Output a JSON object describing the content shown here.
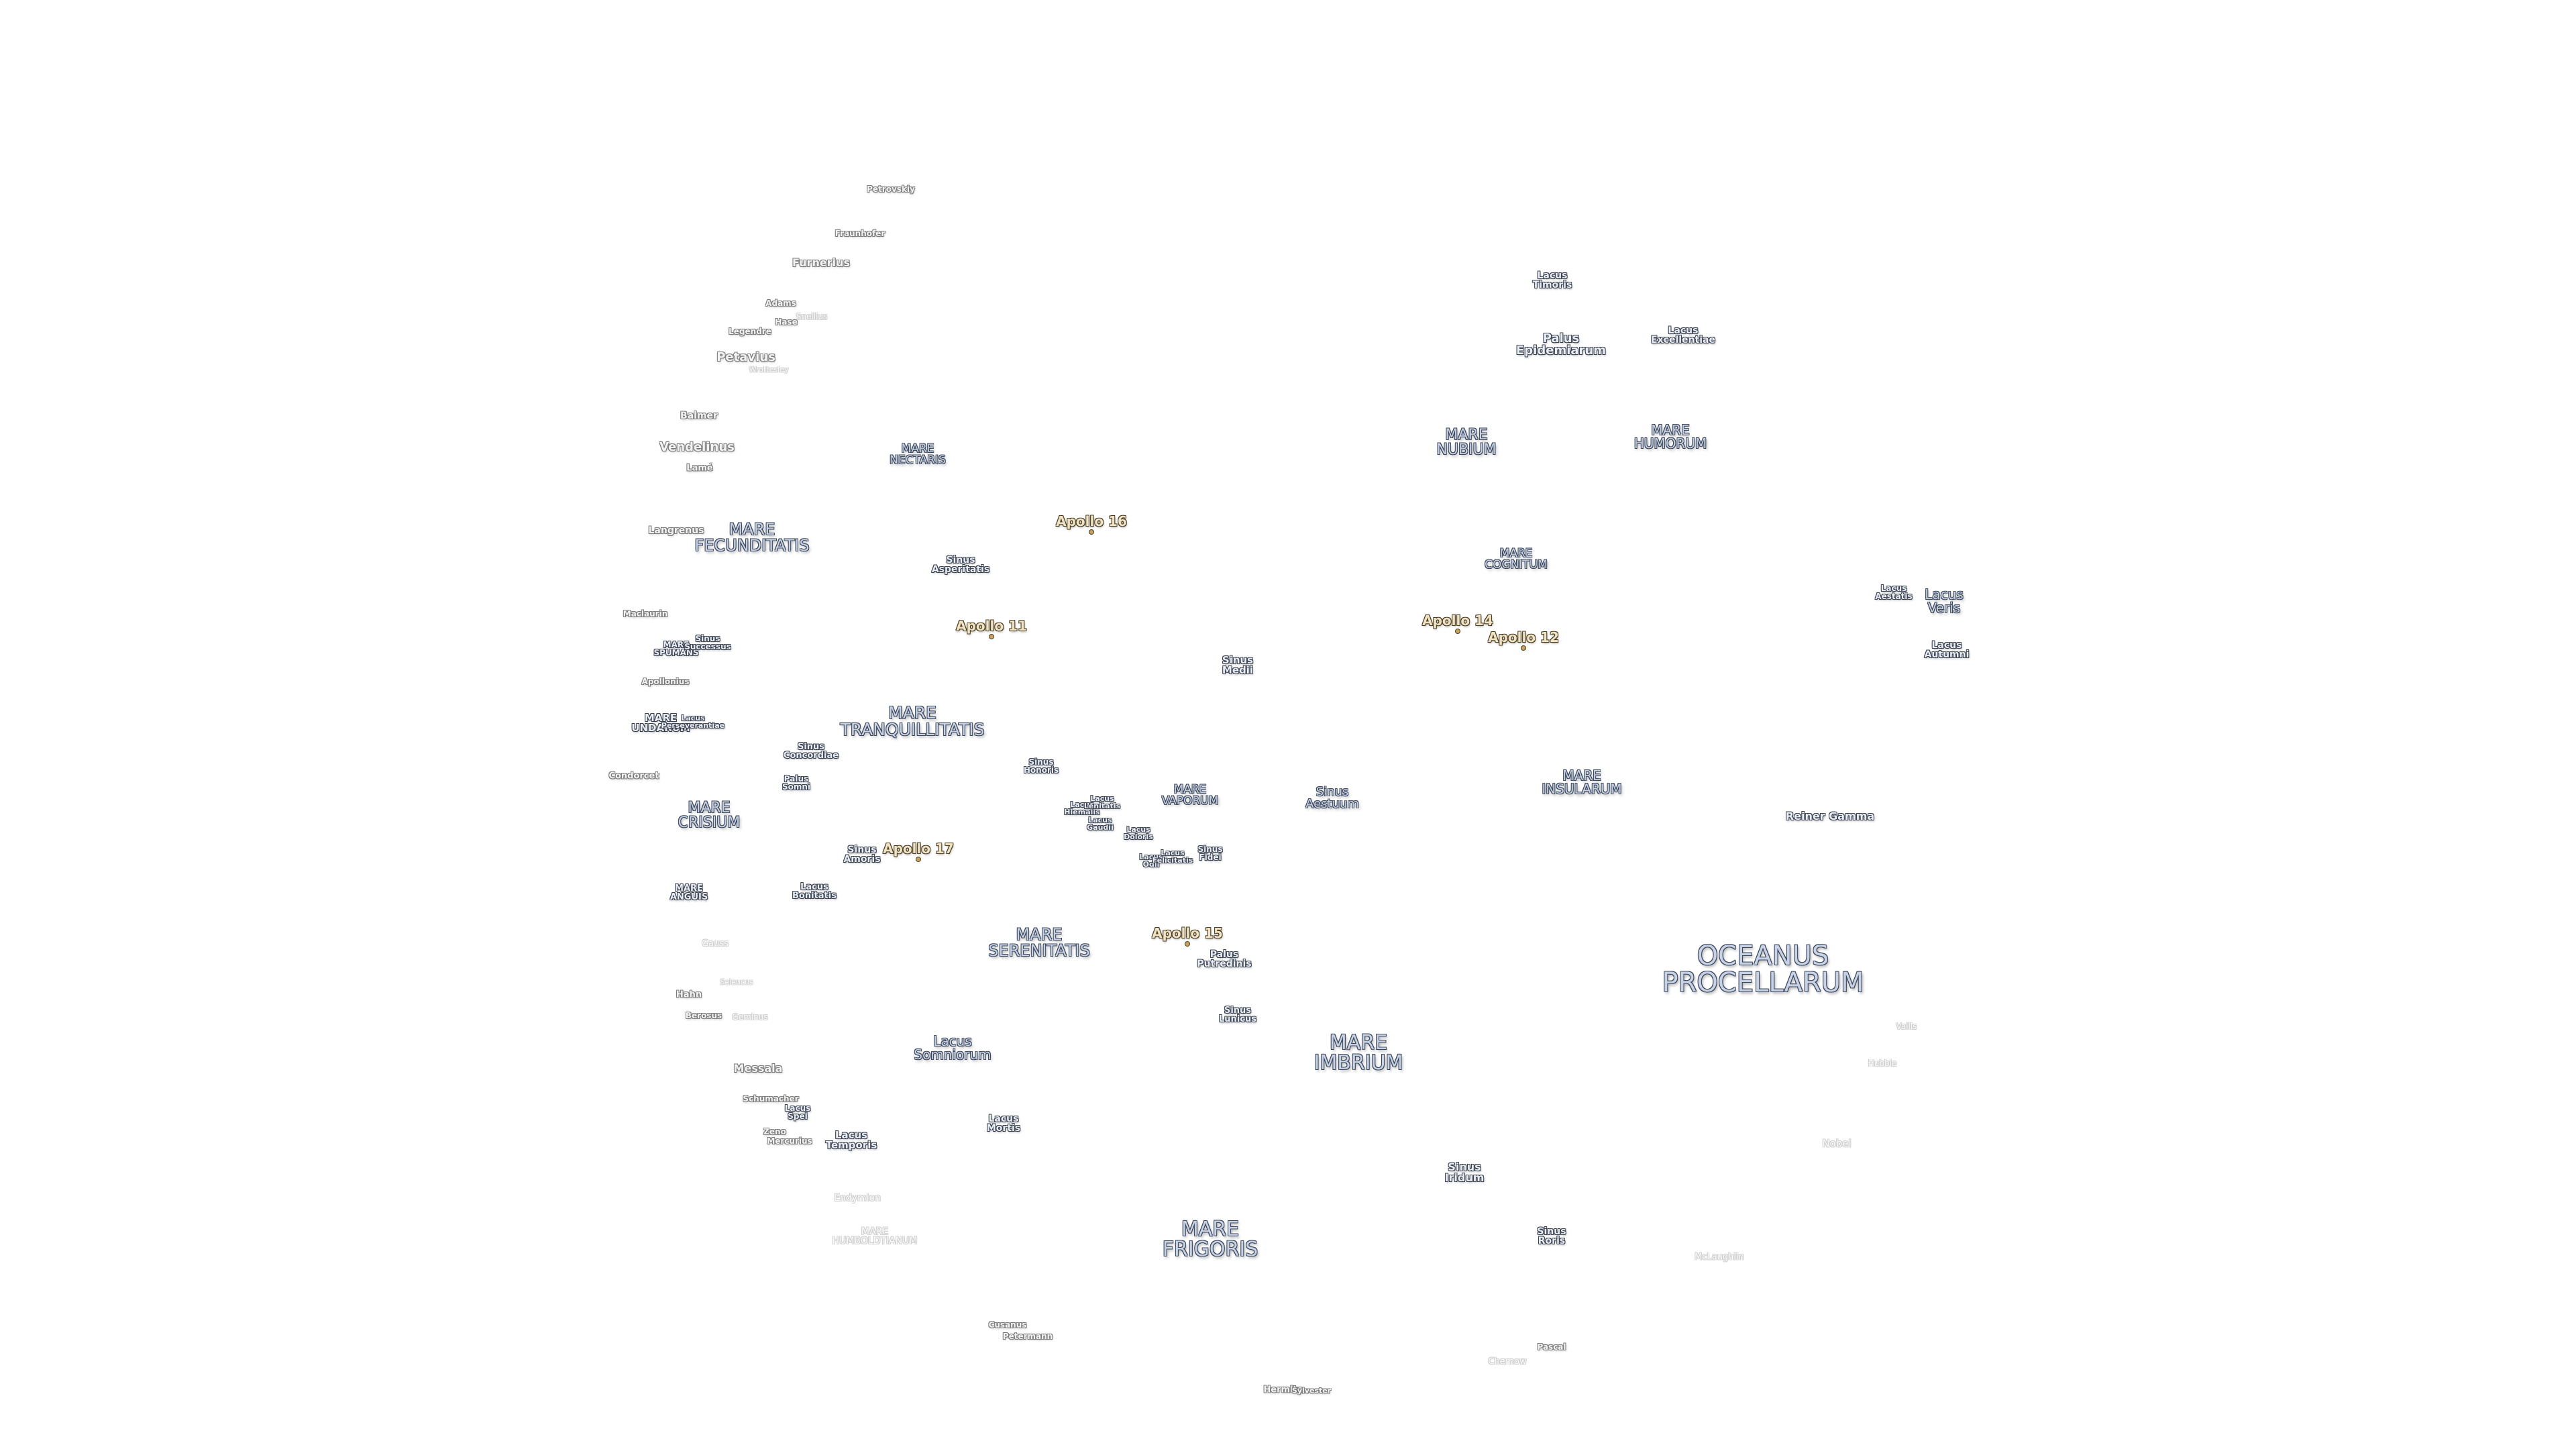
{
  "colors": {
    "background": "#ffffff",
    "maria_fill": "#c7d2e6",
    "maria_outline": "#3b4658",
    "apollo_fill": "#efe3c4",
    "apollo_marker": "#c9a35a"
  },
  "maria": {
    "oceanus_procellarum": "OCEANUS\nPROCELLARUM",
    "mare_imbrium": "MARE\nIMBRIUM",
    "mare_frigoris": "MARE\nFRIGORIS",
    "mare_serenitatis": "MARE\nSERENITATIS",
    "mare_tranquillitatis": "MARE\nTRANQUILLITATIS",
    "mare_crisium": "MARE\nCRISIUM",
    "mare_fecunditatis": "MARE\nFECUNDITATIS",
    "mare_nubium": "MARE\nNUBIUM",
    "mare_humorum": "MARE\nHUMORUM",
    "mare_insularum": "MARE\nINSULARUM",
    "mare_nectaris": "MARE\nNECTARIS",
    "mare_cognitum": "MARE\nCOGNITUM",
    "mare_vaporum": "MARE\nVAPORUM",
    "lacus_somniorum": "Lacus\nSomniorum",
    "lacus_veris": "Lacus\nVeris",
    "sinus_aestuum": "Sinus\nAestuum"
  },
  "small_features": {
    "lacus_timoris": "Lacus\nTimoris",
    "palus_epidemiarum": "Palus\nEpidemiarum",
    "lacus_excellentiae": "Lacus\nExcellentiae",
    "lacus_aestatis": "Lacus\nAestatis",
    "lacus_autumni": "Lacus\nAutumni",
    "sinus_asperitatis": "Sinus\nAsperitatis",
    "sinus_medii": "Sinus\nMedii",
    "mare_spumans": "MARE\nSPUMANS",
    "sinus_successus": "Sinus\nSuccessus",
    "mare_undarum": "MARE\nUNDARUM",
    "lacus_perseverantiae": "Lacus\nPerseverantiae",
    "sinus_concordiae": "Sinus\nConcordiae",
    "palus_somni": "Palus\nSomni",
    "sinus_honoris": "Sinus\nHonoris",
    "lacus_hiemalis": "Lacus\nHiemalis",
    "lacus_lenitatis": "Lacus\nLenitatis",
    "lacus_gaudii": "Lacus\nGaudii",
    "lacus_doloris": "Lacus\nDoloris",
    "lacus_odii": "Lacus\nOdii",
    "lacus_felicitatis": "Lacus\nFelicitatis",
    "sinus_fidei": "Sinus\nFidei",
    "sinus_amoris": "Sinus\nAmoris",
    "mare_anguis": "MARE\nANGUIS",
    "lacus_bonitatis": "Lacus\nBonitatis",
    "palus_putredinis": "Palus\nPutredinis",
    "sinus_lunicus": "Sinus\nLunicus",
    "lacus_spei": "Lacus\nSpei",
    "lacus_temporis": "Lacus\nTemporis",
    "lacus_mortis": "Lacus\nMortis",
    "sinus_iridum": "Sinus\nIridum",
    "sinus_roris": "Sinus\nRoris",
    "reiner_gamma": "Reiner Gamma"
  },
  "apollo_sites": {
    "apollo_11": "Apollo 11",
    "apollo_12": "Apollo 12",
    "apollo_14": "Apollo 14",
    "apollo_15": "Apollo 15",
    "apollo_16": "Apollo 16",
    "apollo_17": "Apollo 17"
  },
  "craters": {
    "petavius": "Petavius",
    "vendelinus": "Vendelinus",
    "langrenus": "Langrenus",
    "furnerius": "Furnerius",
    "fraunhofer": "Fraunhofer",
    "petrovskiy": "Petrovskiy",
    "adams": "Adams",
    "hase": "Hase",
    "legendre": "Legendre",
    "balmer": "Balmer",
    "lame": "Lamé",
    "maclaurin": "Maclaurin",
    "apollonius": "Apollonius",
    "condorcet": "Condorcet",
    "hahn": "Hahn",
    "berosus": "Berosus",
    "messala": "Messala",
    "schumacher": "Schumacher",
    "zeno": "Zeno",
    "mercurius": "Mercurius",
    "cusanus": "Cusanus",
    "petermann": "Petermann",
    "hermite": "Hermite",
    "sylvester": "Sylvester",
    "pascal": "Pascal"
  },
  "faint_craters": {
    "wrottesley": "Wrottesley",
    "snellius": "Snellius",
    "gauss": "Gauss",
    "endymion": "Endymion",
    "mare_humboldtianum": "MARE\nHUMBOLDTIANUM",
    "chernow": "Chernow",
    "mclaughlin": "McLaughlin",
    "nobel": "Nobel",
    "seleucus": "Seleucus",
    "vallis": "Vallis",
    "geminus": "Geminus",
    "hubble": "Hubble"
  }
}
